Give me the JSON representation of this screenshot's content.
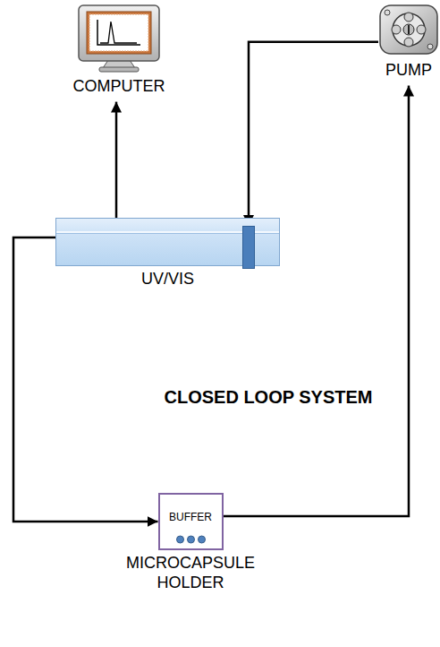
{
  "diagram": {
    "nodes": [
      {
        "text": [
          "COMPUTER"
        ]
      },
      {
        "text": [
          "UV/VIS"
        ]
      },
      {
        "text": [
          "PUMP"
        ]
      },
      {
        "text": [
          "BUFFER",
          "MICROCAPSULE HOLDER"
        ]
      }
    ],
    "edges": [
      {
        "from": 1,
        "to": 0,
        "arrow": "to"
      },
      {
        "from": 2,
        "to": 1,
        "arrow": "to"
      },
      {
        "from": 1,
        "to": 3,
        "arrow": "to"
      },
      {
        "from": 3,
        "to": 2,
        "arrow": "to"
      }
    ],
    "labels": [
      "CLOSED LOOP SYSTEM"
    ]
  }
}
